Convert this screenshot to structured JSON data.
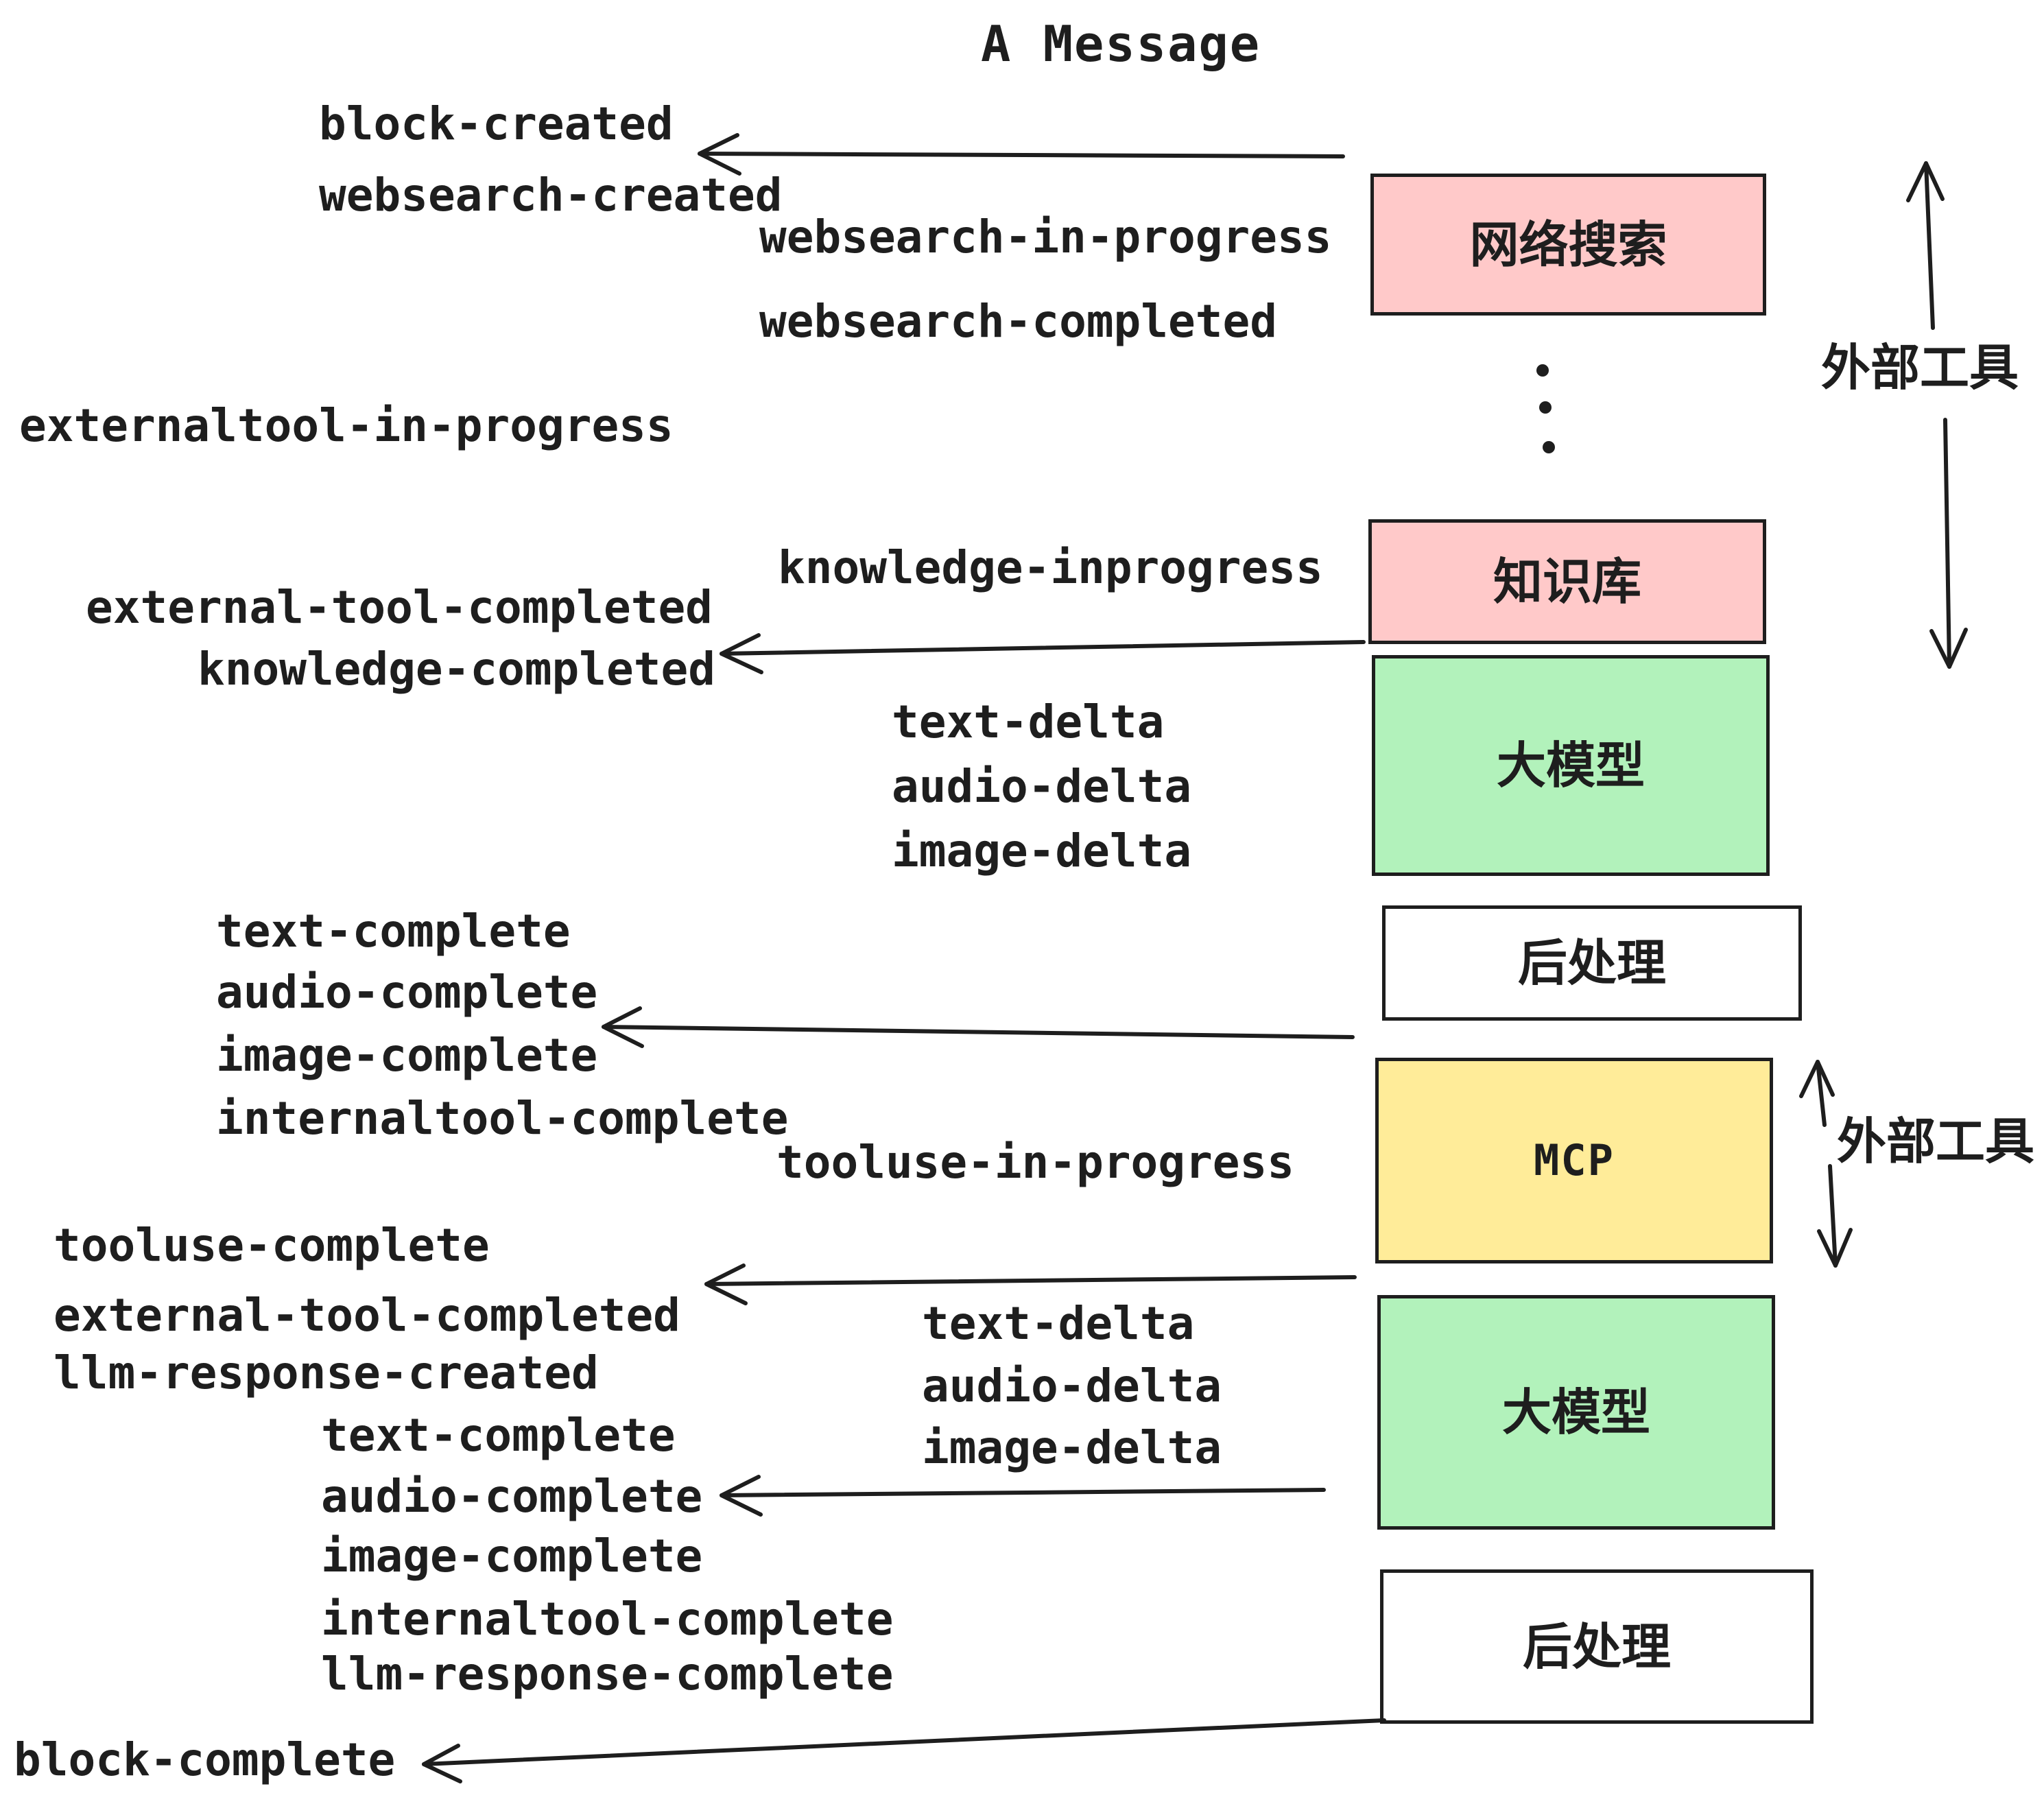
{
  "title": "A Message",
  "colors": {
    "background": "#ffffff",
    "ink": "#1e1e1e",
    "box_pink": "#ffc9c9",
    "box_green": "#b2f2bb",
    "box_yellow": "#ffec99",
    "box_white": "#ffffff"
  },
  "boxes": [
    {
      "label": "网络搜索",
      "fill": "#ffc9c9"
    },
    {
      "label": "知识库",
      "fill": "#ffc9c9"
    },
    {
      "label": "大模型",
      "fill": "#b2f2bb"
    },
    {
      "label": "后处理",
      "fill": "#ffffff"
    },
    {
      "label": "MCP",
      "fill": "#ffec99"
    },
    {
      "label": "大模型",
      "fill": "#b2f2bb"
    },
    {
      "label": "后处理",
      "fill": "#ffffff"
    }
  ],
  "side_labels": [
    {
      "text": "外部工具"
    },
    {
      "text": "外部工具"
    }
  ],
  "events": [
    {
      "text": "block-created"
    },
    {
      "text": "websearch-created"
    },
    {
      "text": "websearch-in-progress"
    },
    {
      "text": "websearch-completed"
    },
    {
      "text": "externaltool-in-progress"
    },
    {
      "text": "knowledge-inprogress"
    },
    {
      "text": "external-tool-completed"
    },
    {
      "text": "knowledge-completed"
    },
    {
      "text": "text-delta"
    },
    {
      "text": "audio-delta"
    },
    {
      "text": "image-delta"
    },
    {
      "text": "text-complete"
    },
    {
      "text": "audio-complete"
    },
    {
      "text": "image-complete"
    },
    {
      "text": "internaltool-complete"
    },
    {
      "text": "tooluse-in-progress"
    },
    {
      "text": "tooluse-complete"
    },
    {
      "text": "external-tool-completed"
    },
    {
      "text": "llm-response-created"
    },
    {
      "text": "text-complete"
    },
    {
      "text": "audio-complete"
    },
    {
      "text": "image-complete"
    },
    {
      "text": "internaltool-complete"
    },
    {
      "text": "llm-response-complete"
    },
    {
      "text": "text-delta"
    },
    {
      "text": "audio-delta"
    },
    {
      "text": "image-delta"
    },
    {
      "text": "block-complete"
    }
  ]
}
